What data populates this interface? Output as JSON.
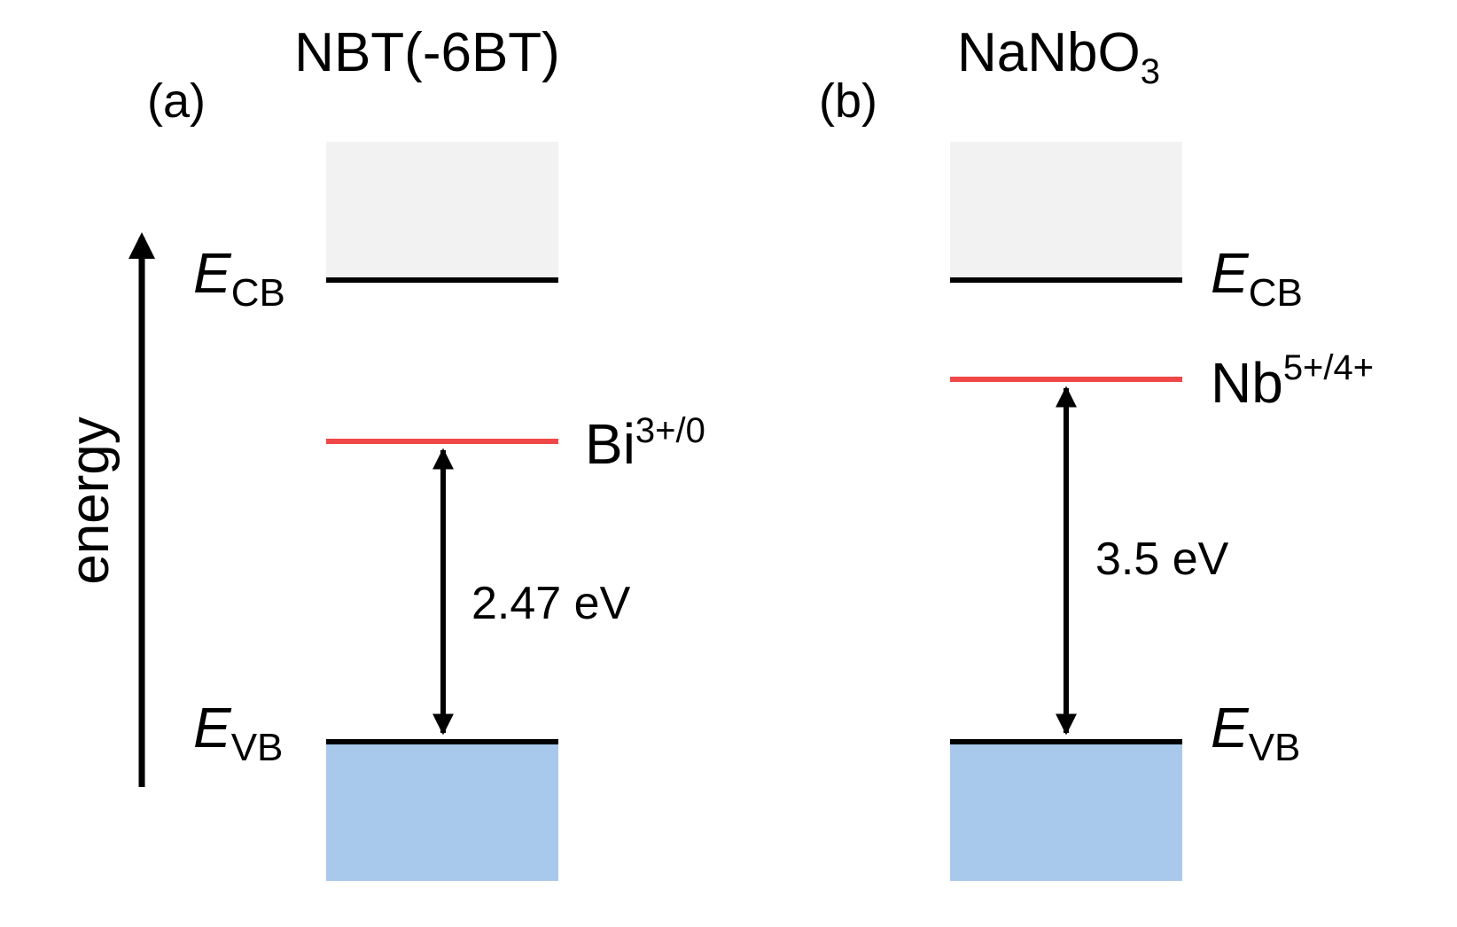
{
  "energy_axis_label": "energy",
  "colors": {
    "conduction_band": "#f2f2f2",
    "valence_band": "#a8c9eb",
    "band_edge": "#000000",
    "defect_level": "#f04848",
    "arrow": "#000000"
  },
  "panels": [
    {
      "tag": "(a)",
      "title": "NBT(-6BT)",
      "ecb": {
        "main": "E",
        "sub": "CB"
      },
      "evb": {
        "main": "E",
        "sub": "VB"
      },
      "defect": {
        "element": "Bi",
        "charge": "3+/0"
      },
      "gap": {
        "value": 2.47,
        "label": "2.47 eV"
      }
    },
    {
      "tag": "(b)",
      "title_main": "NaNbO",
      "title_sub": "3",
      "ecb": {
        "main": "E",
        "sub": "CB"
      },
      "evb": {
        "main": "E",
        "sub": "VB"
      },
      "defect": {
        "element": "Nb",
        "charge": "5+/4+"
      },
      "gap": {
        "value": 3.5,
        "label": "3.5 eV"
      }
    }
  ]
}
